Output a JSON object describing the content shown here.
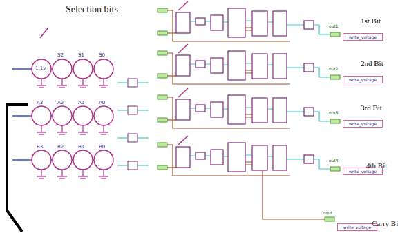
{
  "diagram": {
    "nodes": [
      {
        "text": [
          "write_voltage"
        ]
      },
      {
        "text": [
          "write_voltage"
        ]
      },
      {
        "text": [
          "write_voltage"
        ]
      },
      {
        "text": [
          "write_voltage"
        ]
      },
      {
        "text": [
          "write_voltage"
        ]
      }
    ],
    "labels": [
      "Selection bits",
      "1st Bit",
      "2nd Bit",
      "3rd Bit",
      "4th Bit",
      "Carry Bi",
      "S2",
      "S1",
      "S0",
      "A3",
      "A2",
      "A1",
      "A0",
      "B3",
      "B2",
      "B1",
      "B0",
      "1.1v",
      "out1",
      "out2",
      "out3",
      "out4",
      "cout"
    ]
  }
}
